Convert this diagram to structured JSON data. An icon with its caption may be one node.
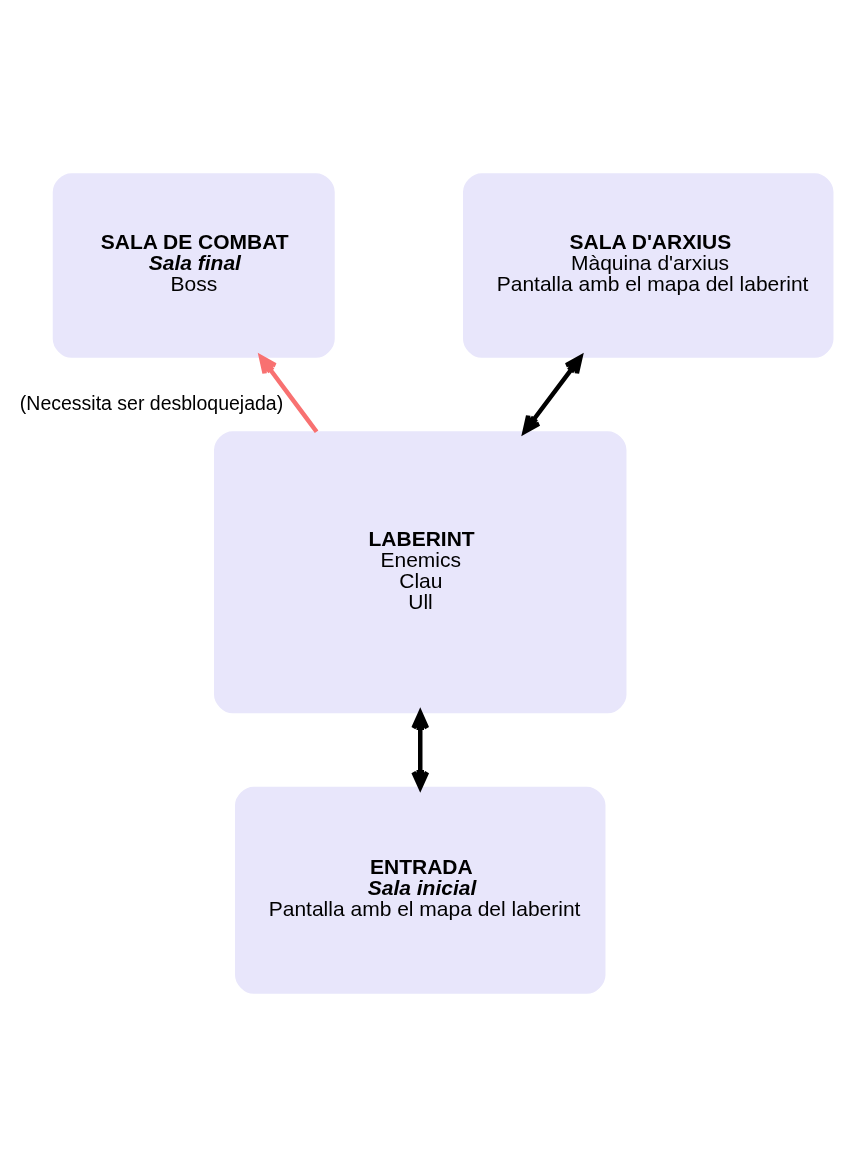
{
  "diagram": {
    "nodes": [
      {
        "text": [
          "SALA DE COMBAT",
          "Sala final",
          "Boss"
        ]
      },
      {
        "text": [
          "SALA D'ARXIUS",
          "Màquina d'arxius",
          "Pantalla amb el mapa del laberint"
        ]
      },
      {
        "text": [
          "LABERINT",
          "Enemics",
          "Clau",
          "Ull"
        ]
      },
      {
        "text": [
          "ENTRADA",
          "Sala inicial",
          "Pantalla amb el mapa del laberint"
        ]
      }
    ],
    "edges": [
      {
        "from": 2,
        "to": 0,
        "arrow": "to",
        "label": "(Necessita ser desbloquejada)",
        "color": "#f87171"
      },
      {
        "from": 2,
        "to": 1,
        "arrow": "both"
      },
      {
        "from": 3,
        "to": 2,
        "arrow": "both"
      }
    ]
  }
}
